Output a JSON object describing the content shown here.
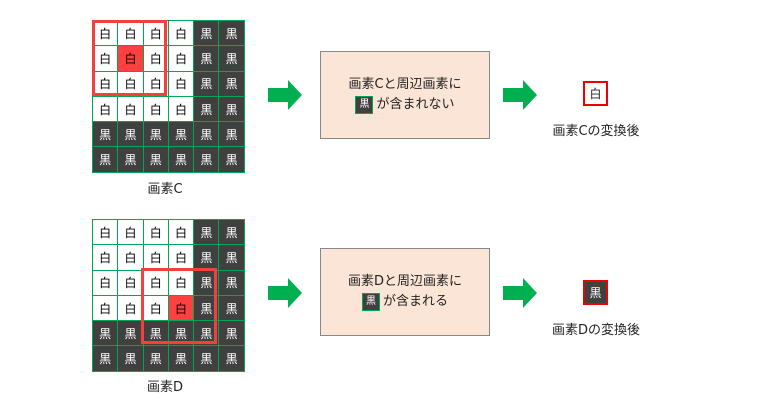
{
  "colors": {
    "grid_line": "#00a651",
    "white_cell": "#ffffff",
    "black_cell": "#404040",
    "target_cell": "#ff4040",
    "selection": "#f04040",
    "arrow": "#00b050",
    "box_bg": "#fbe5d6"
  },
  "examples": [
    {
      "grid": [
        [
          "白",
          "白",
          "白",
          "白",
          "黒",
          "黒"
        ],
        [
          "白",
          "白",
          "白",
          "白",
          "黒",
          "黒"
        ],
        [
          "白",
          "白",
          "白",
          "白",
          "黒",
          "黒"
        ],
        [
          "白",
          "白",
          "白",
          "白",
          "黒",
          "黒"
        ],
        [
          "黒",
          "黒",
          "黒",
          "黒",
          "黒",
          "黒"
        ],
        [
          "黒",
          "黒",
          "黒",
          "黒",
          "黒",
          "黒"
        ]
      ],
      "target": [
        1,
        1
      ],
      "caption": "画素C",
      "line1": "画素Cと周辺画素に",
      "chip": "黒",
      "line2": "が含まれない",
      "result": "白",
      "result_caption": "画素Cの変換後"
    },
    {
      "grid": [
        [
          "白",
          "白",
          "白",
          "白",
          "黒",
          "黒"
        ],
        [
          "白",
          "白",
          "白",
          "白",
          "黒",
          "黒"
        ],
        [
          "白",
          "白",
          "白",
          "白",
          "黒",
          "黒"
        ],
        [
          "白",
          "白",
          "白",
          "白",
          "黒",
          "黒"
        ],
        [
          "黒",
          "黒",
          "黒",
          "黒",
          "黒",
          "黒"
        ],
        [
          "黒",
          "黒",
          "黒",
          "黒",
          "黒",
          "黒"
        ]
      ],
      "target": [
        3,
        3
      ],
      "caption": "画素D",
      "line1": "画素Dと周辺画素に",
      "chip": "黒",
      "line2": "が含まれる",
      "result": "黒",
      "result_caption": "画素Dの変換後"
    }
  ]
}
